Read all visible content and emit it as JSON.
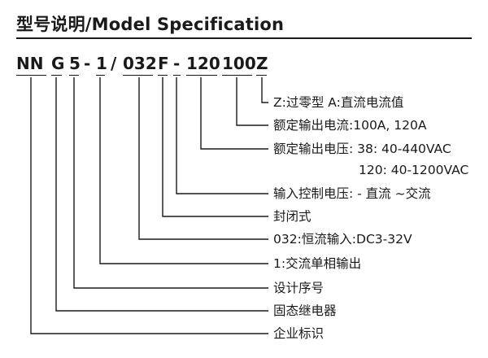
{
  "title": "型号说明/Model Specification",
  "code_parts": [
    {
      "id": "nn",
      "text": "NN"
    },
    {
      "id": "g",
      "text": "G"
    },
    {
      "id": "5",
      "text": "5"
    },
    {
      "id": "d1",
      "text": "-"
    },
    {
      "id": "1",
      "text": "1"
    },
    {
      "id": "sl",
      "text": "/"
    },
    {
      "id": "032",
      "text": "032"
    },
    {
      "id": "f",
      "text": "F"
    },
    {
      "id": "d2",
      "text": "-"
    },
    {
      "id": "120",
      "text": "120"
    },
    {
      "id": "100",
      "text": "100"
    },
    {
      "id": "z",
      "text": "Z"
    }
  ],
  "descriptions": [
    {
      "id": "z",
      "text": "Z:过零型 A:直流电流值"
    },
    {
      "id": "100",
      "text": "额定输出电流:100A, 120A"
    },
    {
      "id": "120",
      "text": "额定输出电压: 38: 40-440VAC"
    },
    {
      "id": "120b",
      "text": "120: 40-1200VAC"
    },
    {
      "id": "d2",
      "text": "输入控制电压: - 直流  ~交流"
    },
    {
      "id": "f",
      "text": "封闭式"
    },
    {
      "id": "032",
      "text": "032:恒流输入:DC3-32V"
    },
    {
      "id": "1",
      "text": "1:交流单相输出"
    },
    {
      "id": "5",
      "text": "设计序号"
    },
    {
      "id": "g",
      "text": "固态继电器"
    },
    {
      "id": "nn",
      "text": "企业标识"
    }
  ]
}
